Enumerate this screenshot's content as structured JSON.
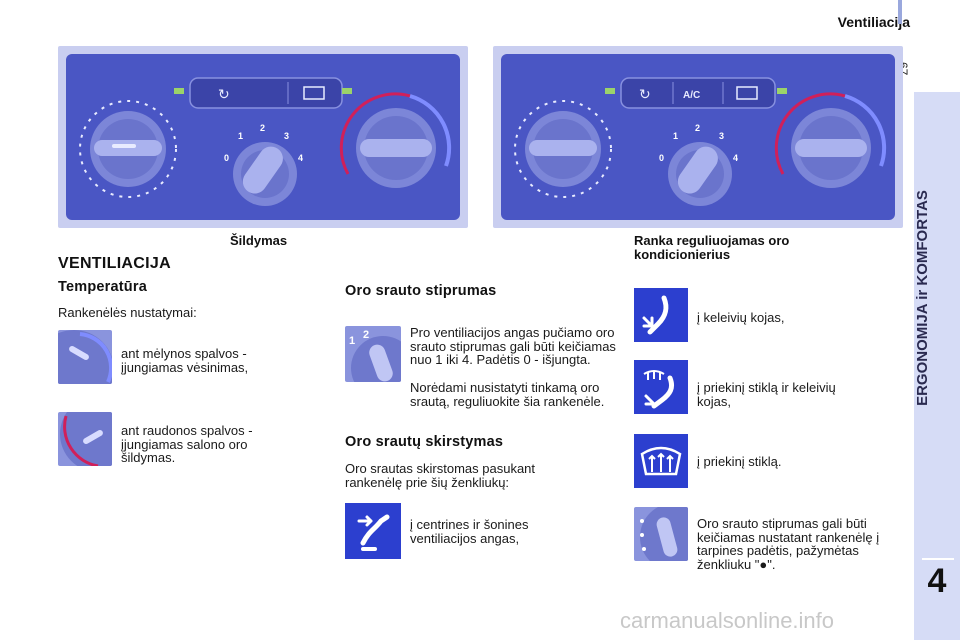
{
  "header": {
    "title": "Ventiliacija",
    "page_number": "67"
  },
  "sidebar": {
    "chapter_title": "ERGONOMIJA ir KOMFORTAS",
    "chapter_number": "4"
  },
  "panels": {
    "left": {
      "caption": "Šildymas",
      "fan_positions": [
        "0",
        "1",
        "2",
        "3",
        "4"
      ]
    },
    "right": {
      "caption": "Ranka reguliuojamas oro kondicionierius",
      "ac_label": "A/C",
      "fan_positions": [
        "0",
        "1",
        "2",
        "3",
        "4"
      ]
    }
  },
  "section_ventilation": {
    "title": "VENTILIACIJA",
    "temperature": {
      "title": "Temperatūra",
      "intro": "Rankenėlės nustatymai:",
      "blue": "ant mėlynos spalvos - įjungiamas vėsinimas,",
      "red": "ant raudonos spalvos - įjungiamas salono oro šildymas."
    }
  },
  "section_airflow": {
    "title": "Oro srauto stiprumas",
    "fan_positions": [
      "1",
      "2"
    ],
    "para1": "Pro ventiliacijos angas pučiamo oro srauto stiprumas gali būti keičiamas nuo 1 iki 4. Padėtis 0 - išjungta.",
    "para2": "Norėdami nusistatyti tinkamą oro srautą, reguliuokite šia rankenėle."
  },
  "section_distribution": {
    "title": "Oro srautų skirstymas",
    "intro": "Oro srautas skirstomas pasukant rankenėlę prie šių ženkliukų:",
    "center_vents": "į centrines ir šonines ventiliacijos angas,"
  },
  "distribution_items": {
    "feet": "į keleivių kojas,",
    "windscreen_feet": "į priekinį stiklą ir keleivių kojas,",
    "windscreen": "į priekinį stiklą.",
    "intermediate": "Oro srauto stiprumas gali būti keičiamas nustatant rankenėlę į tarpines padėtis, pažymėtas ženkliuku \"●\"."
  },
  "footer": {
    "watermark": "carmanualsonline.info"
  },
  "colors": {
    "panel_blue": "#4a56c4",
    "icon_blue": "#2c3fcf",
    "sidebar": "#d6dcf6",
    "heat_red": "#d0205a",
    "cool_blue": "#7f8cff"
  }
}
